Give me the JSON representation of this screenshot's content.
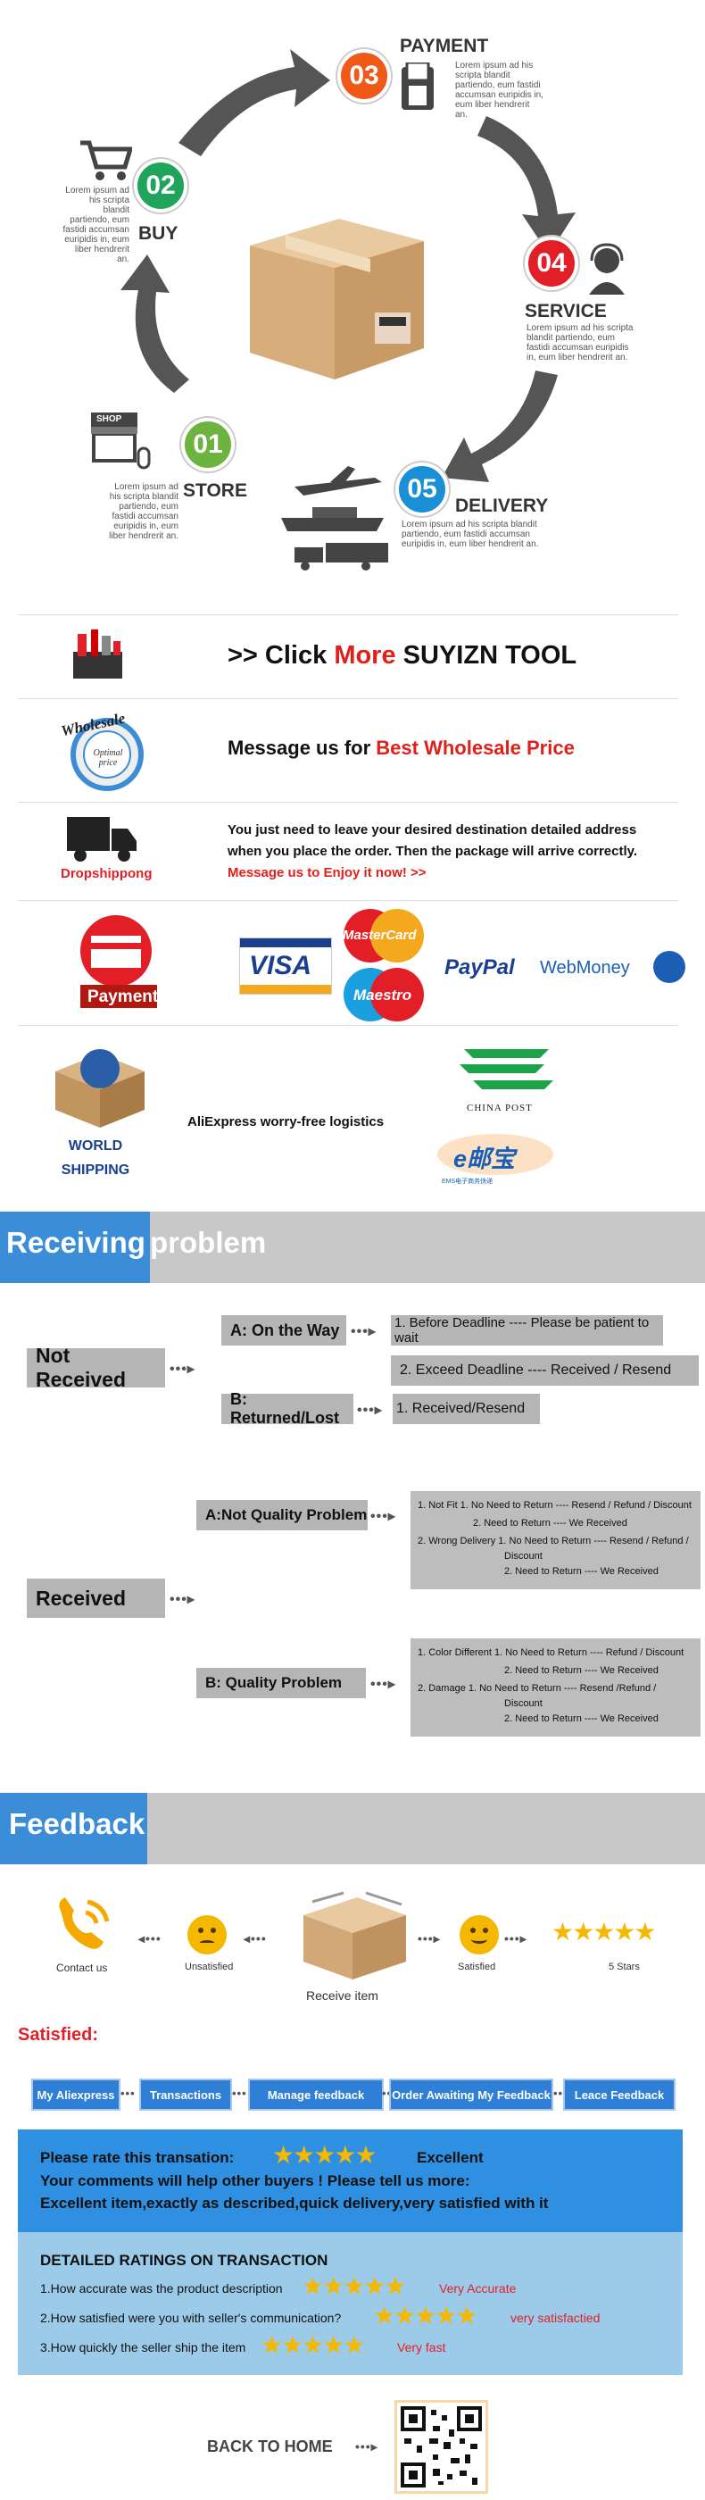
{
  "process": {
    "steps": [
      {
        "num": "01",
        "title": "STORE",
        "color": "#6db33f",
        "text": "Lorem ipsum ad his scripta blandit partiendo, eum fastidi accumsan euripidis in, eum liber hendrerit an."
      },
      {
        "num": "02",
        "title": "BUY",
        "color": "#1fa55b",
        "text": "Lorem ipsum ad his scripta blandit partiendo, eum fastidi accumsan euripidis in, eum liber hendrerit an."
      },
      {
        "num": "03",
        "title": "PAYMENT",
        "color": "#ef5a1a",
        "text": "Lorem ipsum ad his scripta blandit partiendo, eum fastidi accumsan euripidis in, eum liber hendrerit an."
      },
      {
        "num": "04",
        "title": "SERVICE",
        "color": "#e21f26",
        "text": "Lorem ipsum ad his scripta blandit partiendo, eum fastidi accumsan euripidis in, eum liber hendrerit an."
      },
      {
        "num": "05",
        "title": "DELIVERY",
        "color": "#1b8fd6",
        "text": "Lorem ipsum ad his scripta blandit partiendo, eum fastidi accumsan euripidis in, eum liber hendrerit an."
      }
    ],
    "shop_icon_label": "SHOP"
  },
  "info": {
    "click_prefix": ">> Click ",
    "click_more": "More",
    "click_suffix": " SUYIZN TOOL",
    "wholesale_badge": "Wholesale",
    "wholesale_badge_sub": "Optimal price",
    "wholesale_prefix": "Message us for ",
    "wholesale_highlight": "Best Wholesale Price",
    "dropship_label": "Dropshippong",
    "dropship_line1": "You just need to leave your desired destination detailed address",
    "dropship_line2": "when you place the order. Then the package will arrive correctly.",
    "dropship_line3": "Message us to Enjoy it now! >>",
    "payment_label": "Payment",
    "visa": "VISA",
    "mastercard": "MasterCard",
    "maestro": "Maestro",
    "paypal": "PayPal",
    "webmoney": "WebMoney",
    "world_shipping_1": "WORLD",
    "world_shipping_2": "SHIPPING",
    "logistics": "AliExpress worry-free logistics",
    "china_post": "CHINA POST",
    "ems": "e邮宝",
    "ems_sub": "EMS电子商务快递"
  },
  "receiving": {
    "banner_blue": "Receiving",
    "banner_rest": "problem",
    "not_received": "Not Received",
    "on_the_way": "A: On the Way",
    "before_deadline": "1. Before Deadline ---- Please be patient to wait",
    "exceed_deadline": "2. Exceed Deadline ---- Received / Resend",
    "returned": "B: Returned/Lost",
    "received_resend": "1. Received/Resend",
    "received": "Received",
    "not_quality": "A:Not Quality Problem",
    "nq_lines": [
      "1. Not Fit    1. No Need to Return ---- Resend / Refund / Discount",
      "2. Need to Return ---- We Received",
      "2. Wrong Delivery    1. No Need to Return ---- Resend / Refund /",
      "Discount",
      "2. Need to Return ---- We Received"
    ],
    "quality": "B: Quality Problem",
    "q_lines": [
      "1. Color Different    1. No Need to Return ---- Refund / Discount",
      "2. Need to Return ---- We  Received",
      "2. Damage    1. No Need to Return ---- Resend /Refund /",
      "Discount",
      "2. Need to Return ---- We Received"
    ]
  },
  "feedback": {
    "banner": "Feedback",
    "contact": "Contact us",
    "unsatisfied": "Unsatisfied",
    "receive_item": "Receive item",
    "satisfied": "Satisfied",
    "five_stars": "5 Stars",
    "satisfied_title": "Satisfied:",
    "steps": [
      "My Aliexpress",
      "Transactions",
      "Manage feedback",
      "Order Awaiting My Feedback",
      "Leace Feedback"
    ],
    "rate_label": "Please rate this transation:",
    "rate_value": "Excellent",
    "comment_line1": "Your comments will help other buyers ! Please tell us more:",
    "comment_line2": "Excellent item,exactly as described,quick delivery,very satisfied with it",
    "detailed_title": "DETAILED RATINGS ON TRANSACTION",
    "q1": "1.How accurate was the product description",
    "a1": "Very Accurate",
    "q2": "2.How satisfied were you with seller's communication?",
    "a2": "very satisfactied",
    "q3": "3.How quickly the seller ship the item",
    "a3": "Very fast",
    "back_home": "BACK TO HOME"
  }
}
